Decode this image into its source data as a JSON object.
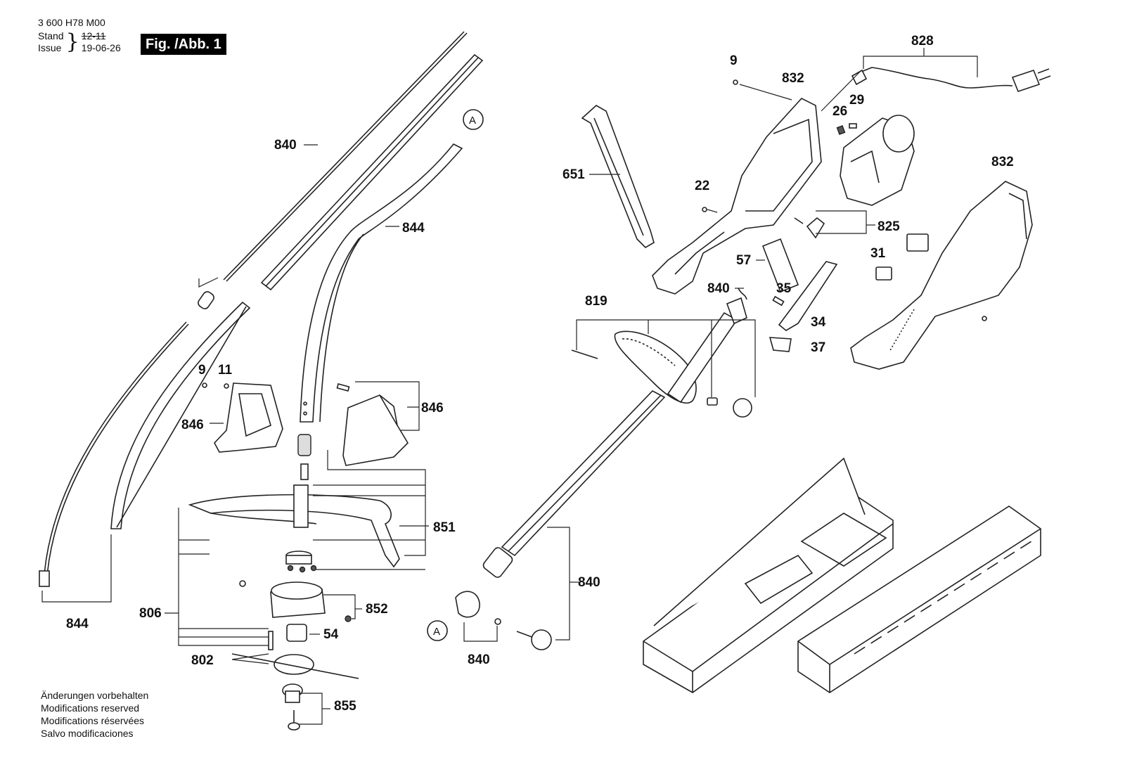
{
  "header": {
    "doc_id": "3 600 H78 M00",
    "stand_label": "Stand",
    "issue_label": "Issue",
    "stand_value": "12-11",
    "issue_value": "19-06-26",
    "figure_badge": "Fig. /Abb. 1"
  },
  "footer": {
    "notes": [
      "Änderungen vorbehalten",
      "Modifications reserved",
      "Modifications réservées",
      "Salvo modificaciones"
    ]
  },
  "parts": {
    "p840_top": "840",
    "p844_mid": "844",
    "p844_bottom": "844",
    "p9_left": "9",
    "p11": "11",
    "p846_left": "846",
    "p846_right": "846",
    "p851": "851",
    "p806": "806",
    "p852": "852",
    "p54": "54",
    "p802": "802",
    "p855": "855",
    "p819": "819",
    "p840_shaft": "840",
    "p840_clamp": "840",
    "p840_spring": "840",
    "p651": "651",
    "p9_top": "9",
    "p832_left": "832",
    "p828": "828",
    "p26": "26",
    "p29": "29",
    "p22": "22",
    "p825": "825",
    "p57": "57",
    "p35": "35",
    "p34": "34",
    "p37": "37",
    "p832_right": "832",
    "p31": "31",
    "ref_a_top": "A",
    "ref_a_bottom": "A"
  }
}
